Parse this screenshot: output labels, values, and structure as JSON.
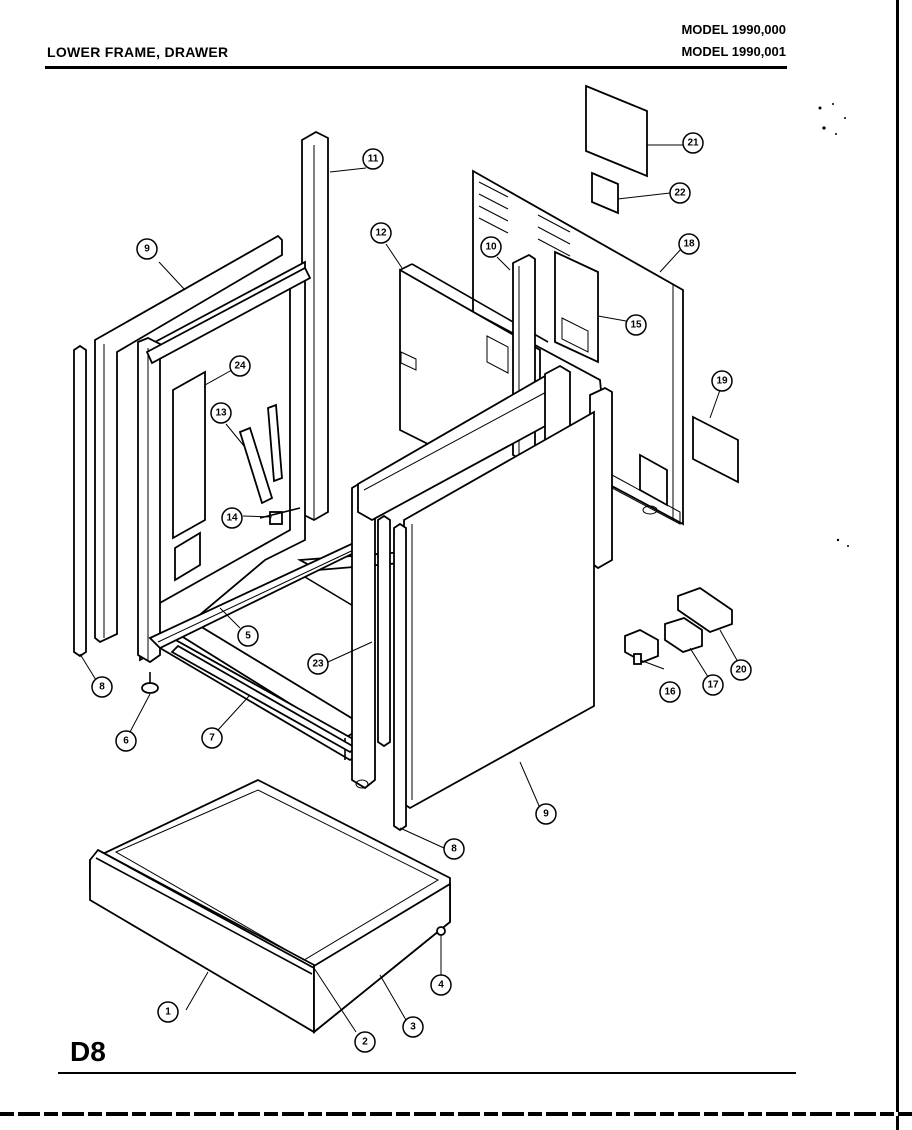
{
  "header": {
    "title": "LOWER FRAME, DRAWER",
    "model_1": "MODEL 1990,000",
    "model_2": "MODEL 1990,001"
  },
  "page_code": "D8",
  "callouts": [
    {
      "label": "1"
    },
    {
      "label": "2"
    },
    {
      "label": "3"
    },
    {
      "label": "4"
    },
    {
      "label": "5"
    },
    {
      "label": "6"
    },
    {
      "label": "7"
    },
    {
      "label": "8"
    },
    {
      "label": "8"
    },
    {
      "label": "9"
    },
    {
      "label": "9"
    },
    {
      "label": "10"
    },
    {
      "label": "11"
    },
    {
      "label": "12"
    },
    {
      "label": "13"
    },
    {
      "label": "14"
    },
    {
      "label": "15"
    },
    {
      "label": "16"
    },
    {
      "label": "17"
    },
    {
      "label": "18"
    },
    {
      "label": "19"
    },
    {
      "label": "20"
    },
    {
      "label": "21"
    },
    {
      "label": "22"
    },
    {
      "label": "23"
    },
    {
      "label": "24"
    }
  ]
}
